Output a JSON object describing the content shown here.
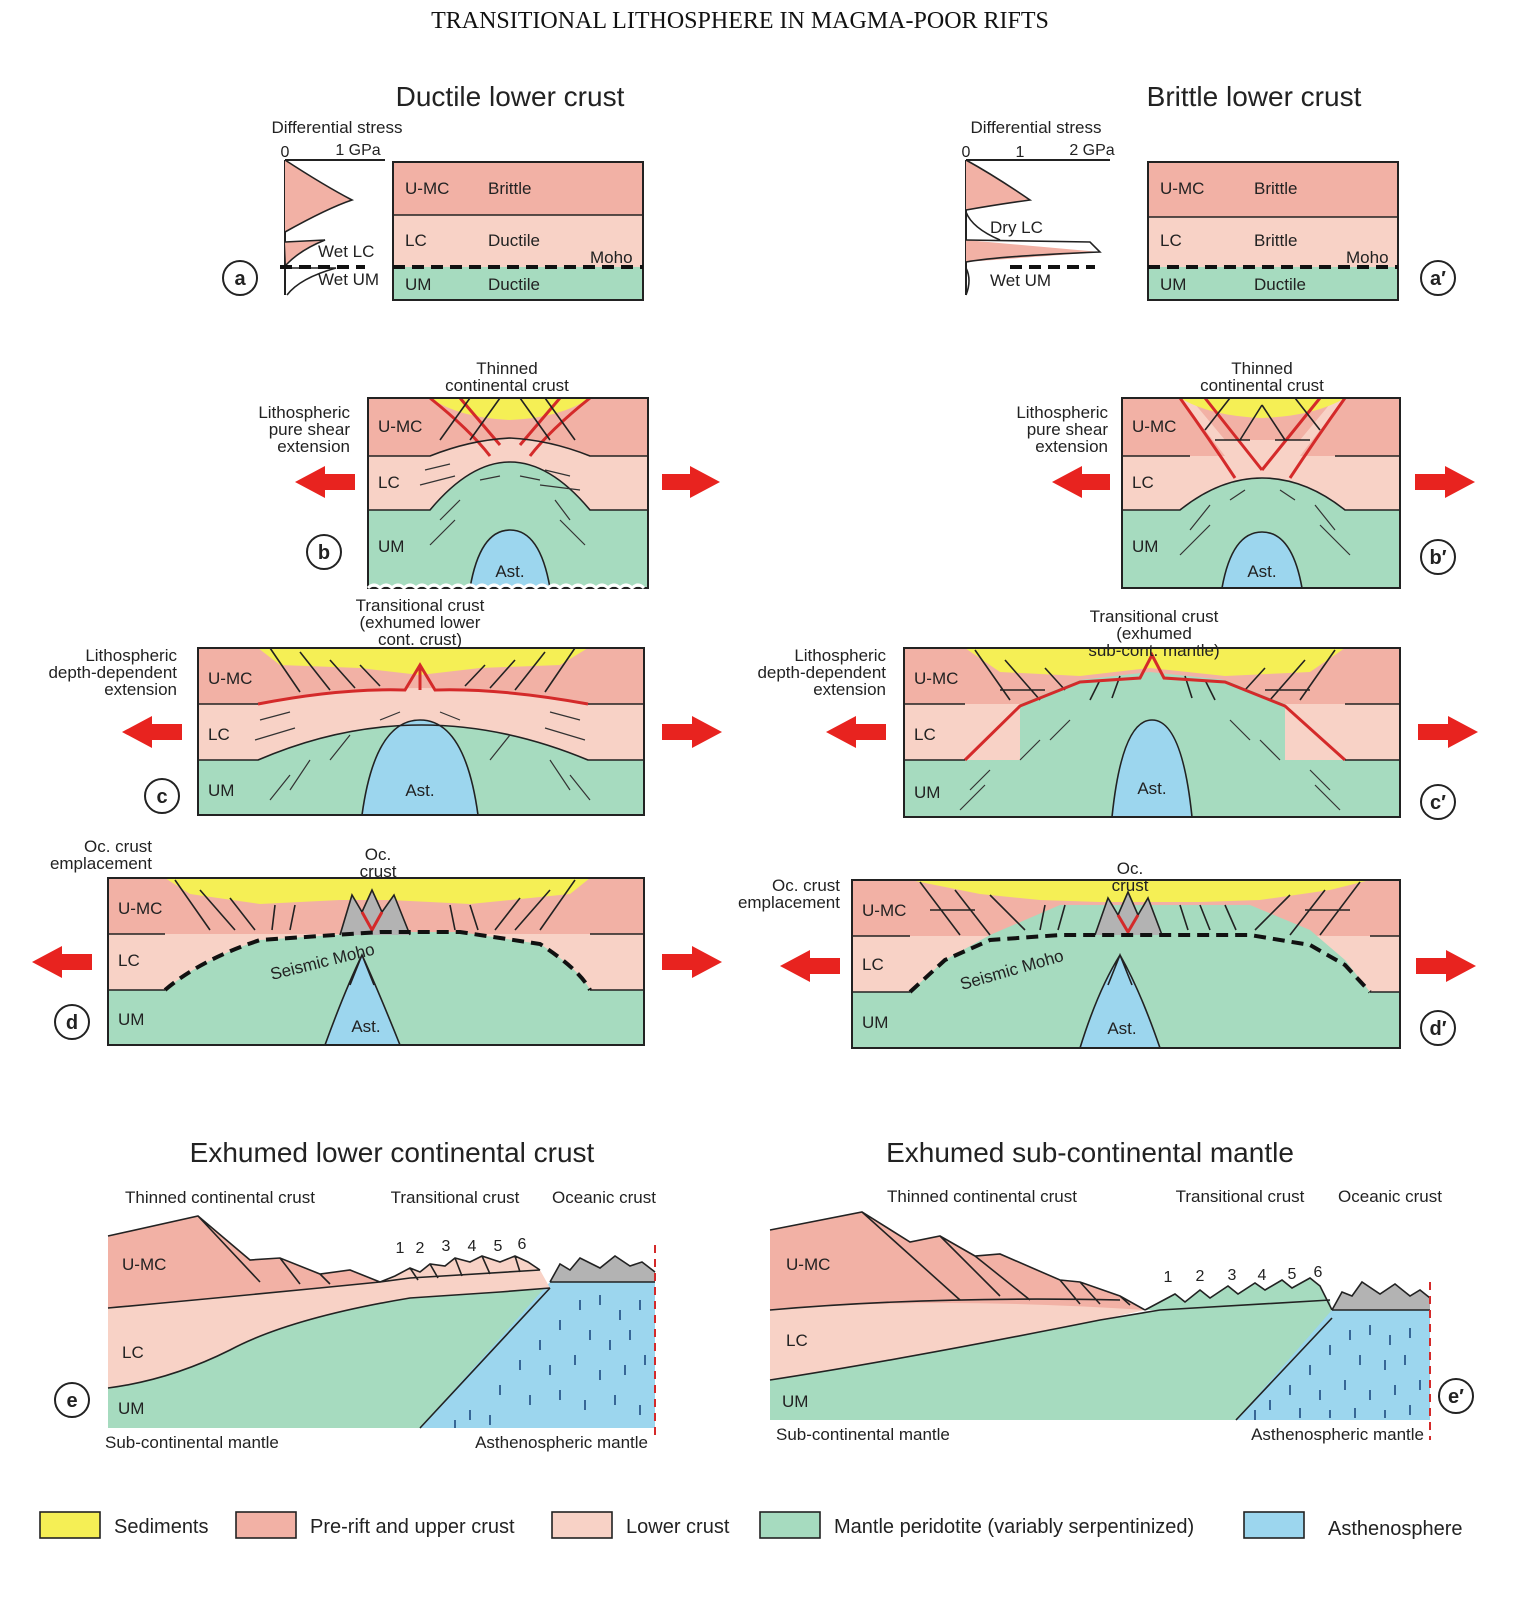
{
  "page_header": "TRANSITIONAL LITHOSPHERE IN MAGMA-POOR RIFTS",
  "columns": {
    "left_title": "Ductile lower crust",
    "right_title": "Brittle lower crust"
  },
  "panel_a": {
    "letter": "a",
    "stress_title": "Differential stress",
    "ticks": [
      "0",
      "1 GPa"
    ],
    "curve_labels": [
      "Wet LC",
      "Wet UM"
    ],
    "layers": [
      {
        "name": "U-MC",
        "rheology": "Brittle"
      },
      {
        "name": "LC",
        "rheology": "Ductile"
      },
      {
        "name": "UM",
        "rheology": "Ductile"
      }
    ],
    "moho": "Moho"
  },
  "panel_a_prime": {
    "letter": "a′",
    "stress_title": "Differential stress",
    "ticks": [
      "0",
      "1",
      "2 GPa"
    ],
    "curve_labels": [
      "Dry LC",
      "Wet UM"
    ],
    "layers": [
      {
        "name": "U-MC",
        "rheology": "Brittle"
      },
      {
        "name": "LC",
        "rheology": "Brittle"
      },
      {
        "name": "UM",
        "rheology": "Ductile"
      }
    ],
    "moho": "Moho"
  },
  "panel_b": {
    "letter": "b",
    "side_label": [
      "Lithospheric",
      "pure shear",
      "extension"
    ],
    "top_label": [
      "Thinned",
      "continental crust"
    ],
    "layers": [
      "U-MC",
      "LC",
      "UM"
    ],
    "core": "Ast."
  },
  "panel_b_prime": {
    "letter": "b′",
    "side_label": [
      "Lithospheric",
      "pure shear",
      "extension"
    ],
    "top_label": [
      "Thinned",
      "continental crust"
    ],
    "layers": [
      "U-MC",
      "LC",
      "UM"
    ],
    "core": "Ast."
  },
  "panel_c": {
    "letter": "c",
    "side_label": [
      "Lithospheric",
      "depth-dependent",
      "extension"
    ],
    "top_label": [
      "Transitional crust",
      "(exhumed lower",
      "cont. crust)"
    ],
    "layers": [
      "U-MC",
      "LC",
      "UM"
    ],
    "core": "Ast."
  },
  "panel_c_prime": {
    "letter": "c′",
    "side_label": [
      "Lithospheric",
      "depth-dependent",
      "extension"
    ],
    "top_label": [
      "Transitional crust",
      "(exhumed",
      "sub-cont. mantle)"
    ],
    "layers": [
      "U-MC",
      "LC",
      "UM"
    ],
    "core": "Ast."
  },
  "panel_d": {
    "letter": "d",
    "side_label": [
      "Oc. crust",
      "emplacement"
    ],
    "top_label": [
      "Oc.",
      "crust"
    ],
    "moho_label": "Seismic Moho",
    "layers": [
      "U-MC",
      "LC",
      "UM"
    ],
    "core": "Ast."
  },
  "panel_d_prime": {
    "letter": "d′",
    "side_label": [
      "Oc. crust",
      "emplacement"
    ],
    "top_label": [
      "Oc.",
      "crust"
    ],
    "moho_label": "Seismic Moho",
    "layers": [
      "U-MC",
      "LC",
      "UM"
    ],
    "core": "Ast."
  },
  "panel_e": {
    "letter": "e",
    "title": "Exhumed lower continental crust",
    "zones": [
      "Thinned continental crust",
      "Transitional crust",
      "Oceanic crust"
    ],
    "numbers": [
      "1",
      "2",
      "3",
      "4",
      "5",
      "6"
    ],
    "layers": [
      "U-MC",
      "LC",
      "UM"
    ],
    "bottom_left": "Sub-continental mantle",
    "bottom_right": "Asthenospheric mantle"
  },
  "panel_e_prime": {
    "letter": "e′",
    "title": "Exhumed sub-continental mantle",
    "zones": [
      "Thinned continental crust",
      "Transitional crust",
      "Oceanic crust"
    ],
    "numbers": [
      "1",
      "2",
      "3",
      "4",
      "5",
      "6"
    ],
    "layers": [
      "U-MC",
      "LC",
      "UM"
    ],
    "bottom_left": "Sub-continental mantle",
    "bottom_right": "Asthenospheric mantle"
  },
  "legend": [
    {
      "label": "Sediments",
      "color": "#f5ef55"
    },
    {
      "label": "Pre-rift and upper crust",
      "color": "#f2b1a5"
    },
    {
      "label": "Lower crust",
      "color": "#f8d2c6"
    },
    {
      "label": "Mantle peridotite (variably serpentinized)",
      "color": "#a6dbbf"
    },
    {
      "label": "Asthenosphere",
      "color": "#9cd6ee"
    }
  ],
  "colors": {
    "sediments": "#f5ef55",
    "upper_crust": "#f2b1a5",
    "lower_crust": "#f8d2c6",
    "mantle": "#a6dbbf",
    "asthenosphere": "#9cd6ee",
    "oceanic_crust": "#b3b3b3",
    "arrows": "#e8231f",
    "detachment": "#d42a2a"
  }
}
